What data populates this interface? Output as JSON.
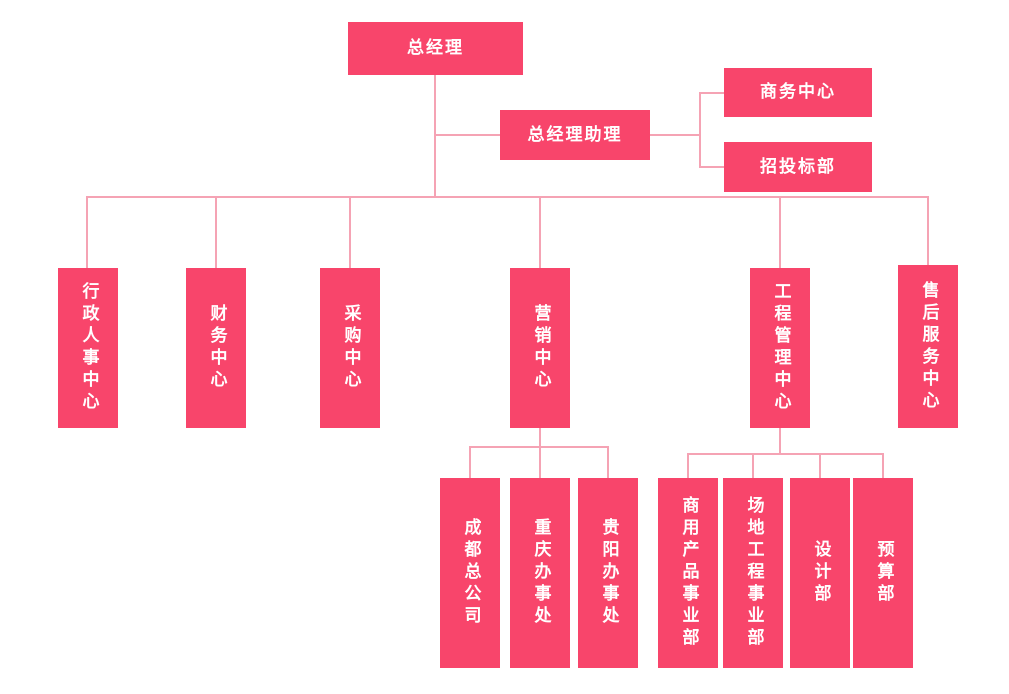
{
  "diagram": {
    "type": "org-chart",
    "nodes": {
      "general_manager": "总经理",
      "gm_assistant": "总经理助理",
      "business_center": "商务中心",
      "bidding_dept": "招投标部",
      "admin_hr_center": "行政人事中心",
      "finance_center": "财务中心",
      "procurement_center": "采购中心",
      "marketing_center": "营销中心",
      "engineering_mgmt_center": "工程管理中心",
      "after_sales_center": "售后服务中心",
      "chengdu_hq": "成都总公司",
      "chongqing_office": "重庆办事处",
      "guiyang_office": "贵阳办事处",
      "commercial_products_div": "商用产品事业部",
      "site_engineering_div": "场地工程事业部",
      "design_dept": "设计部",
      "budget_dept": "预算部"
    },
    "edges": [
      [
        "总经理",
        "总经理助理"
      ],
      [
        "总经理助理",
        "商务中心"
      ],
      [
        "总经理助理",
        "招投标部"
      ],
      [
        "总经理",
        "行政人事中心"
      ],
      [
        "总经理",
        "财务中心"
      ],
      [
        "总经理",
        "采购中心"
      ],
      [
        "总经理",
        "营销中心"
      ],
      [
        "总经理",
        "工程管理中心"
      ],
      [
        "总经理",
        "售后服务中心"
      ],
      [
        "营销中心",
        "成都总公司"
      ],
      [
        "营销中心",
        "重庆办事处"
      ],
      [
        "营销中心",
        "贵阳办事处"
      ],
      [
        "工程管理中心",
        "商用产品事业部"
      ],
      [
        "工程管理中心",
        "场地工程事业部"
      ],
      [
        "工程管理中心",
        "设计部"
      ],
      [
        "工程管理中心",
        "预算部"
      ]
    ],
    "colors": {
      "node_fill": "#f8456b",
      "node_text": "#ffffff",
      "connector": "#f5a3b4",
      "background": "#ffffff"
    }
  }
}
